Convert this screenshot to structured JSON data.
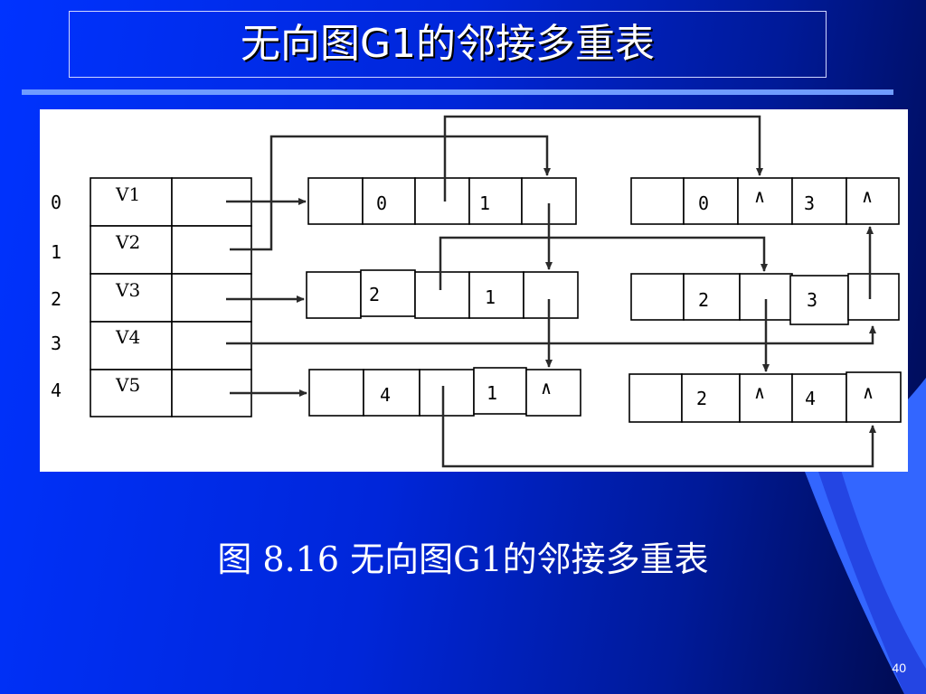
{
  "slide": {
    "title": "无向图G1的邻接多重表",
    "caption": "图 8.16  无向图G1的邻接多重表",
    "page_number": "40"
  },
  "colors": {
    "background": "#0033ff",
    "title_rule": "#6f9cff",
    "panel": "#ffffff",
    "corner_accent": "#3366ff"
  },
  "diagram": {
    "row_indices": [
      "0",
      "1",
      "2",
      "3",
      "4"
    ],
    "vertex_names": [
      "V1",
      "V2",
      "V3",
      "V4",
      "V5"
    ],
    "edge_nodes": [
      {
        "ivex": "0",
        "jvex": "1"
      },
      {
        "ivex": "0",
        "jlink": "∧",
        "jvex": "3",
        "ilink_end": "∧"
      },
      {
        "ivex": "2",
        "jvex": "1"
      },
      {
        "ivex": "2",
        "jvex": "3"
      },
      {
        "ivex": "4",
        "jvex": "1",
        "jlink": "∧"
      },
      {
        "ivex": "2",
        "jlink": "∧",
        "jvex": "4",
        "ilink_end": "∧"
      }
    ],
    "null_symbol": "∧"
  }
}
